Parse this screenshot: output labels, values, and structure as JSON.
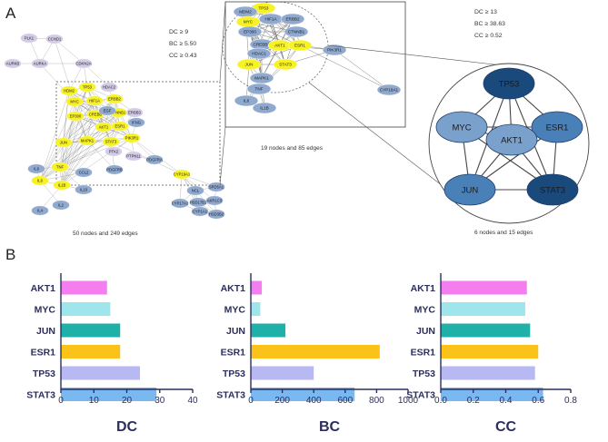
{
  "panels": {
    "a": "A",
    "b": "B"
  },
  "network": {
    "caption_full": "50 nodes and 249 edges",
    "caption_mid": "19 nodes and 85 edges",
    "caption_core": "6 nodes and 15 edges",
    "thresholds_1": [
      "DC ≥ 9",
      "BC ≥ 5.50",
      "CC ≥ 0.43"
    ],
    "thresholds_2": [
      "DC ≥ 13",
      "BC ≥ 38.63",
      "CC ≥ 0.52"
    ],
    "colors": {
      "yellow": "#f7f224",
      "blue": "#8fa9cf",
      "lavender": "#d4cce6",
      "edge": "#6c6c6c",
      "core_dark": "#1a4a7c",
      "core_mid": "#4a80b8",
      "core_light": "#7aa0cc"
    },
    "main_nodes": [
      {
        "label": "PLK1",
        "color": "lavender"
      },
      {
        "label": "CCND1",
        "color": "lavender"
      },
      {
        "label": "AURKB",
        "color": "lavender"
      },
      {
        "label": "AURKA",
        "color": "lavender"
      },
      {
        "label": "CDKN2A",
        "color": "lavender"
      },
      {
        "label": "HDM2",
        "color": "yellow"
      },
      {
        "label": "TP53",
        "color": "yellow"
      },
      {
        "label": "MYC",
        "color": "yellow"
      },
      {
        "label": "HIF1A",
        "color": "yellow"
      },
      {
        "label": "EP300",
        "color": "yellow"
      },
      {
        "label": "CREBB",
        "color": "yellow"
      },
      {
        "label": "AKT1",
        "color": "yellow"
      },
      {
        "label": "ESR1",
        "color": "yellow"
      },
      {
        "label": "ERBB2",
        "color": "yellow"
      },
      {
        "label": "CTNNB1",
        "color": "yellow"
      },
      {
        "label": "JUN",
        "color": "yellow"
      },
      {
        "label": "MAPK1",
        "color": "yellow"
      },
      {
        "label": "STAT3",
        "color": "yellow"
      },
      {
        "label": "PIK3R1",
        "color": "yellow"
      },
      {
        "label": "TNF",
        "color": "yellow"
      },
      {
        "label": "IL6",
        "color": "yellow"
      },
      {
        "label": "IL1B",
        "color": "yellow"
      },
      {
        "label": "CYP19A1",
        "color": "yellow"
      },
      {
        "label": "HDAC2",
        "color": "lavender"
      },
      {
        "label": "ERBB3",
        "color": "lavender"
      },
      {
        "label": "PTK2",
        "color": "lavender"
      },
      {
        "label": "PTPN11",
        "color": "lavender"
      },
      {
        "label": "PDGFRA",
        "color": "blue"
      },
      {
        "label": "PDGFRB",
        "color": "blue"
      },
      {
        "label": "CCL2",
        "color": "blue"
      },
      {
        "label": "IL10",
        "color": "blue"
      },
      {
        "label": "IL4",
        "color": "blue"
      },
      {
        "label": "IL2",
        "color": "blue"
      },
      {
        "label": "IL8",
        "color": "blue"
      },
      {
        "label": "IFNG",
        "color": "blue"
      },
      {
        "label": "EGF",
        "color": "blue"
      },
      {
        "label": "NCL",
        "color": "blue"
      },
      {
        "label": "SRD5A1",
        "color": "blue"
      },
      {
        "label": "HSD17B1",
        "color": "blue"
      },
      {
        "label": "CYP1A1",
        "color": "blue"
      },
      {
        "label": "CYP17A1",
        "color": "blue"
      },
      {
        "label": "AKR1C3",
        "color": "blue"
      },
      {
        "label": "HSD3B2",
        "color": "blue"
      },
      {
        "label": "CYP1B1",
        "color": "blue"
      }
    ],
    "mid_nodes": [
      {
        "label": "TP53",
        "color": "yellow"
      },
      {
        "label": "MDM2",
        "color": "blue"
      },
      {
        "label": "MYC",
        "color": "yellow"
      },
      {
        "label": "HIF1A",
        "color": "blue"
      },
      {
        "label": "ERBB2",
        "color": "blue"
      },
      {
        "label": "EP300",
        "color": "blue"
      },
      {
        "label": "CTNNB1",
        "color": "blue"
      },
      {
        "label": "CREBBP",
        "color": "blue"
      },
      {
        "label": "AKT1",
        "color": "yellow"
      },
      {
        "label": "ESR1",
        "color": "yellow"
      },
      {
        "label": "HDAC1",
        "color": "blue"
      },
      {
        "label": "JUN",
        "color": "yellow"
      },
      {
        "label": "STAT3",
        "color": "yellow"
      },
      {
        "label": "MAPK1",
        "color": "blue"
      },
      {
        "label": "PIK3R1",
        "color": "blue"
      },
      {
        "label": "TNF",
        "color": "blue"
      },
      {
        "label": "IL6",
        "color": "blue"
      },
      {
        "label": "IL1B",
        "color": "blue"
      },
      {
        "label": "CYP19A1",
        "color": "blue"
      }
    ],
    "core_nodes": [
      {
        "label": "TP53",
        "color": "core_dark"
      },
      {
        "label": "MYC",
        "color": "core_light"
      },
      {
        "label": "ESR1",
        "color": "core_mid"
      },
      {
        "label": "AKT1",
        "color": "core_light"
      },
      {
        "label": "JUN",
        "color": "core_mid"
      },
      {
        "label": "STAT3",
        "color": "core_dark"
      }
    ]
  },
  "chart_data": [
    {
      "type": "bar",
      "orientation": "horizontal",
      "categories": [
        "AKT1",
        "MYC",
        "JUN",
        "ESR1",
        "TP53",
        "STAT3"
      ],
      "values": [
        14,
        15,
        18,
        18,
        24,
        29
      ],
      "colors": [
        "#f47ef0",
        "#9ee6ec",
        "#1fb0a8",
        "#fbc21a",
        "#b8b8f2",
        "#79b8f0"
      ],
      "xlabel": "DC",
      "xlim": [
        0,
        40
      ],
      "xticks": [
        0,
        10,
        20,
        30,
        40
      ]
    },
    {
      "type": "bar",
      "orientation": "horizontal",
      "categories": [
        "AKT1",
        "MYC",
        "JUN",
        "ESR1",
        "TP53",
        "STAT3"
      ],
      "values": [
        70,
        60,
        220,
        820,
        400,
        660
      ],
      "colors": [
        "#f47ef0",
        "#9ee6ec",
        "#1fb0a8",
        "#fbc21a",
        "#b8b8f2",
        "#79b8f0"
      ],
      "xlabel": "BC",
      "xlim": [
        0,
        1000
      ],
      "xticks": [
        0,
        200,
        400,
        600,
        800,
        1000
      ]
    },
    {
      "type": "bar",
      "orientation": "horizontal",
      "categories": [
        "AKT1",
        "MYC",
        "JUN",
        "ESR1",
        "TP53",
        "STAT3"
      ],
      "values": [
        0.53,
        0.52,
        0.55,
        0.6,
        0.58,
        0.63
      ],
      "colors": [
        "#f47ef0",
        "#9ee6ec",
        "#1fb0a8",
        "#fbc21a",
        "#b8b8f2",
        "#79b8f0"
      ],
      "xlabel": "CC",
      "xlim": [
        0,
        0.8
      ],
      "xticks": [
        "0.0",
        "0.2",
        "0.4",
        "0.6",
        "0.8"
      ]
    }
  ]
}
